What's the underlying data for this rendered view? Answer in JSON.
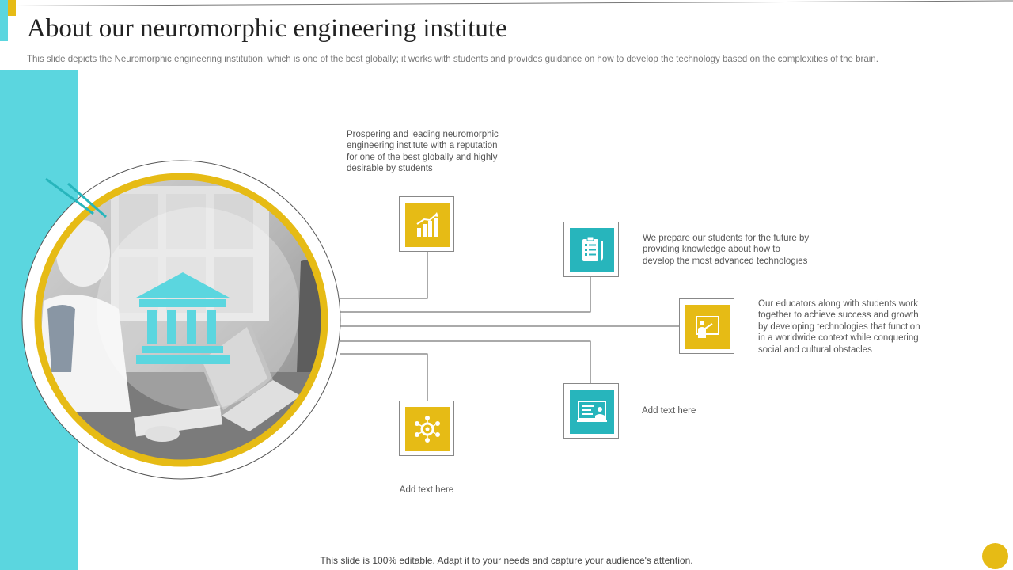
{
  "slide": {
    "title": "About our neuromorphic engineering institute",
    "subtitle": "This slide depicts the Neuromorphic engineering institution, which is one of the best globally; it works with students and provides guidance on how to develop the technology based on the complexities of the brain.",
    "footer": "This slide is 100% editable. Adapt it to your needs and capture your audience's attention."
  },
  "colors": {
    "teal": "#5bd6df",
    "icon_teal": "#27b5bc",
    "yellow": "#e6bb15",
    "text": "#555555",
    "title": "#222222"
  },
  "hero": {
    "icon": "institution-building-icon"
  },
  "points": [
    {
      "icon": "bar-chart-growth-icon",
      "color": "yellow",
      "lines": [
        "Prospering and leading neuromorphic",
        "engineering institute with a reputation",
        "for one of the best globally and highly",
        "desirable by students"
      ]
    },
    {
      "icon": "clipboard-checklist-icon",
      "color": "teal",
      "lines": [
        "We prepare our students for the future by",
        "providing knowledge about how to",
        "develop the most advanced technologies"
      ]
    },
    {
      "icon": "teacher-whiteboard-icon",
      "color": "yellow",
      "lines": [
        "Our educators along with students work",
        "together to  achieve success and growth",
        "by developing technologies that function",
        "in a worldwide context while conquering",
        "social and cultural obstacles"
      ]
    },
    {
      "icon": "gear-network-icon",
      "color": "yellow",
      "lines": [
        "Add text here"
      ]
    },
    {
      "icon": "online-presentation-icon",
      "color": "teal",
      "lines": [
        "Add text here"
      ]
    }
  ]
}
